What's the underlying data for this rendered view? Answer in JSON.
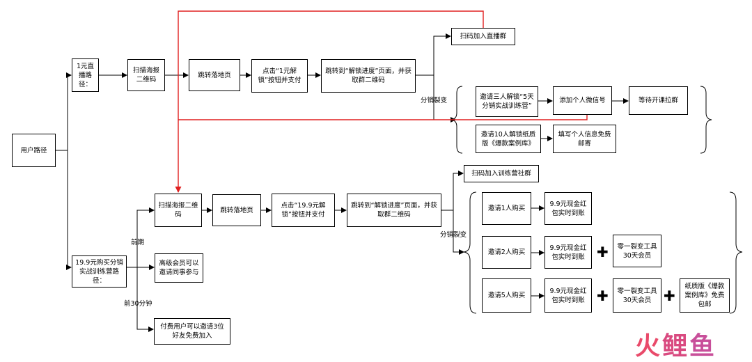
{
  "nodes": {
    "user_path": "用户路径",
    "path1_label": "1元直播路径：",
    "scan_poster_1": "扫描海报二维码",
    "landing_1": "跳转落地页",
    "click_unlock_1": "点击“1元解锁”按钮并支付",
    "unlock_progress_1": "跳转到“解锁进度”页面，并获取群二维码",
    "join_live_group": "扫码加入直播群",
    "invite3": "邀请三人解锁“5天分销实战训练营”",
    "add_wechat": "添加个人微信号",
    "wait_class": "等待开课拉群",
    "invite10": "邀请10人解锁纸质版《爆款案例库》",
    "fill_info": "填写个人信息免费邮寄",
    "path2_label": "19.9元购买分销实战训练营路径：",
    "scan_poster_2": "扫描海报二维码",
    "landing_2": "跳转落地页",
    "click_unlock_2": "点击“19.9元解锁”按钮并支付",
    "unlock_progress_2": "跳转到“解锁进度”页面，并获取群二维码",
    "join_camp_group": "扫码加入训练营社群",
    "invite_1": "邀请1人购买",
    "reward_1": "9.9元现金红包实时到账",
    "invite_2": "邀请2人购买",
    "reward_2a": "9.9元现金红包实时到账",
    "reward_2b": "零一裂变工具30天会员",
    "invite_5": "邀请5人购买",
    "reward_5a": "9.9元现金红包实时到账",
    "reward_5b": "零一裂变工具30天会员",
    "reward_5c": "纸质版《爆款案例库》免费包邮",
    "vip_invite": "高级会员可以邀请同事参与",
    "paid_invite": "付费用户可以邀请3位好友免费加入"
  },
  "labels": {
    "fission_1": "分销裂变",
    "fission_2": "分销裂变",
    "early": "前期",
    "first30": "前30分钟",
    "plus": "✚"
  },
  "logo": {
    "part1": "火",
    "part2": "鲤",
    "part3": "鱼"
  },
  "colors": {
    "line": "#000000",
    "highlight": "#e02020"
  }
}
